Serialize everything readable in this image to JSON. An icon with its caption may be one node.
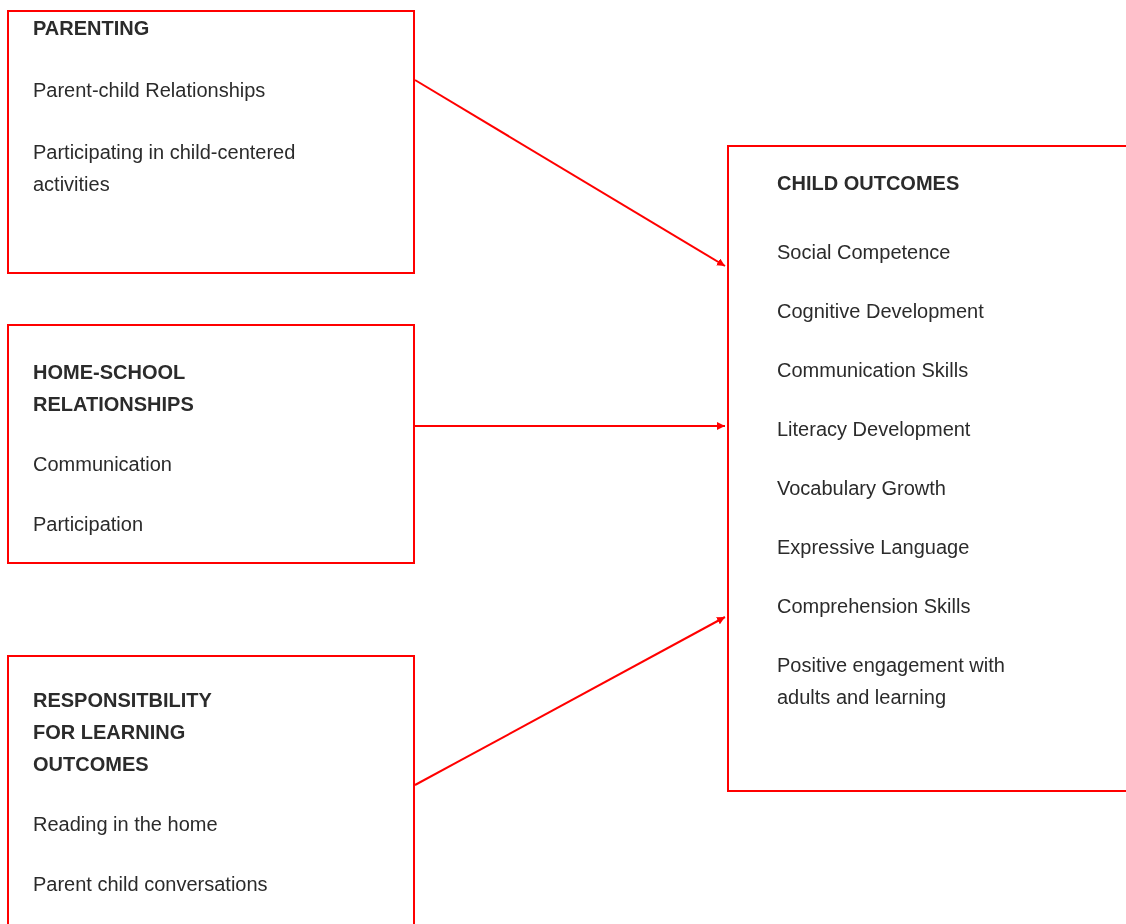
{
  "diagram": {
    "nodes": [
      {
        "text": [
          "PARENTING",
          "Parent-child Relationships",
          "Participating in child-centered activities"
        ]
      },
      {
        "text": [
          "HOME-SCHOOL RELATIONSHIPS",
          "Communication",
          "Participation"
        ]
      },
      {
        "text": [
          "RESPONSITBILITY FOR LEARNING OUTCOMES",
          "Reading in the home",
          "Parent child conversations"
        ]
      },
      {
        "text": [
          "CHILD OUTCOMES",
          "Social Competence",
          "Cognitive Development",
          "Communication Skills",
          "Literacy Development",
          "Vocabulary Growth",
          "Expressive Language",
          "Comprehension Skills",
          "Positive engagement with adults and learning"
        ]
      }
    ],
    "edges": [
      {
        "from": 0,
        "to": 3,
        "arrow": "to"
      },
      {
        "from": 1,
        "to": 3,
        "arrow": "to"
      },
      {
        "from": 2,
        "to": 3,
        "arrow": "to"
      }
    ]
  }
}
